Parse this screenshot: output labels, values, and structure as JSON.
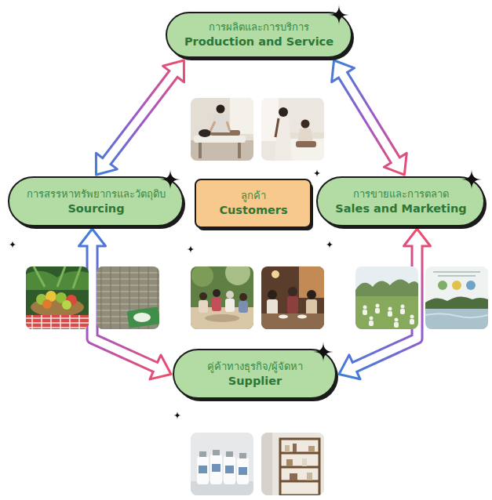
{
  "diagram": {
    "nodes": [
      {
        "text": [
          "การผลิตและการบริการ",
          "Production and Service"
        ]
      },
      {
        "text": [
          "การสรรหาทรัพยากรและวัตถุดิบ",
          "Sourcing"
        ]
      },
      {
        "text": [
          "ลูกค้า",
          "Customers"
        ]
      },
      {
        "text": [
          "การขายและการตลาด",
          "Sales and Marketing"
        ]
      },
      {
        "text": [
          "คู่ค้าทางธุรกิจ/ผู้จัดหา",
          "Supplier"
        ]
      }
    ],
    "edges": [
      {
        "from": 1,
        "to": 0,
        "arrow": "both"
      },
      {
        "from": 0,
        "to": 3,
        "arrow": "both"
      },
      {
        "from": 1,
        "to": 4,
        "arrow": "both"
      },
      {
        "from": 4,
        "to": 3,
        "arrow": "both"
      }
    ]
  }
}
